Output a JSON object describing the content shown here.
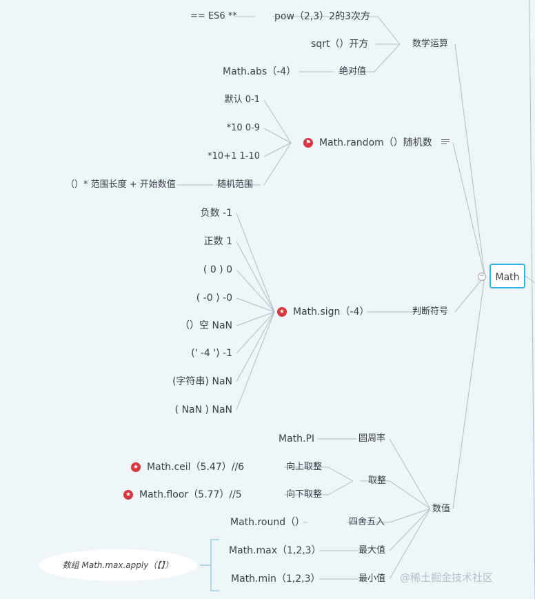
{
  "root": {
    "label": "Math"
  },
  "branches": {
    "math_ops": {
      "label": "数学运算",
      "pow": "pow（2,3）2的3次方",
      "pow_note": "== ES6 **",
      "sqrt": "sqrt（）开方",
      "abs": "绝对值",
      "abs_note": "Math.abs（-4）"
    },
    "random": {
      "label": "Math.random（）随机数",
      "items": [
        "默认 0-1",
        "*10   0-9",
        "*10+1   1-10"
      ],
      "range_label": "随机范围",
      "range_note": "（）* 范围长度 + 开始数值"
    },
    "sign": {
      "label": "判断符号",
      "func": "Math.sign（-4）",
      "items": [
        "负数 -1",
        "正数  1",
        "( 0 )    0",
        "( -0 )    -0",
        "（）空  NaN",
        "(' -4 ') -1",
        "(字符串)  NaN",
        "( NaN )  NaN"
      ]
    },
    "numeric": {
      "label": "数值",
      "pi": "Math.PI",
      "pi_label": "圆周率",
      "round_group": "取整",
      "ceil": "Math.ceil（5.47）//6",
      "ceil_label": "向上取整",
      "floor": "Math.floor（5.77）//5",
      "floor_label": "向下取整",
      "round": "Math.round（）",
      "round_label": "四舍五入",
      "max": "Math.max（1,2,3）",
      "max_label": "最大值",
      "min": "Math.min（1,2,3）",
      "min_label": "最小值",
      "apply_note": "数组  Math.max.apply（【】）"
    }
  },
  "icons": {
    "flag": "flag-icon",
    "star": "star-icon",
    "notes": "notes-icon",
    "collapse": "collapse-icon"
  },
  "colors": {
    "line": "#b3bcc3",
    "accent": "#36b1e0",
    "marker": "#d9363e",
    "bracket": "#6fb9d9"
  },
  "watermark": "@稀土掘金技术社区"
}
